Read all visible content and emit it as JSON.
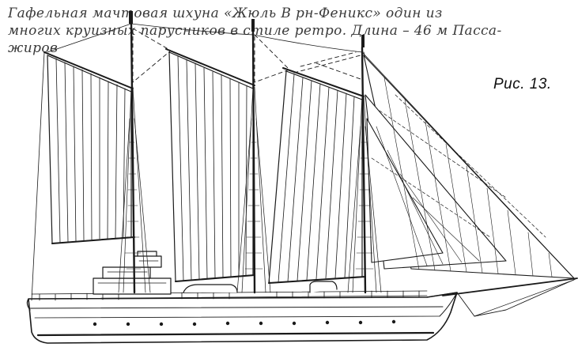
{
  "caption": {
    "line1": "Гафельная   мачтовая  шхуна  «Жюль  В рн-Феникс»   один из",
    "line2": "многих круизных парусников в стиле ретро.  Длина  – 46 м  Пасса-",
    "line3": "жиров"
  },
  "figure": {
    "label": "Рис. 13."
  },
  "colors": {
    "ink": "#1a1a1a",
    "paper": "#ffffff",
    "caption_ink": "#3a3a3a"
  }
}
